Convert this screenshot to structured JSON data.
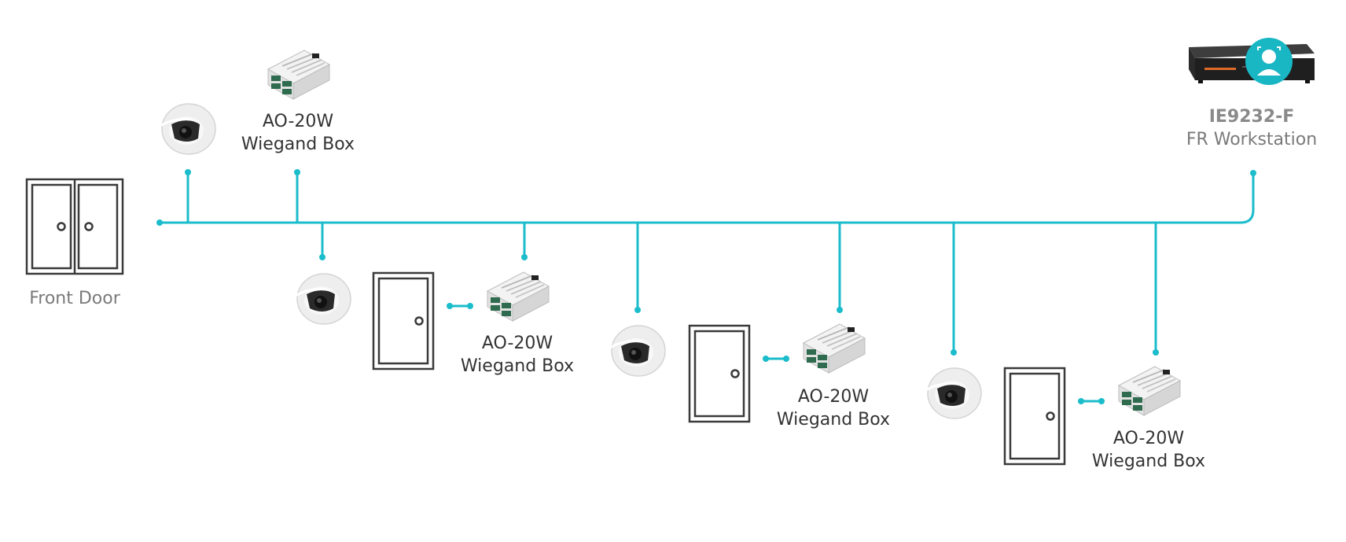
{
  "labels": {
    "front_door": "Front Door",
    "wiegand_model": "AO-20W",
    "wiegand_name": "Wiegand Box",
    "workstation_model": "IE9232-F",
    "workstation_name": "FR Workstation"
  },
  "colors": {
    "bus": "#1bbccb",
    "badge": "#19b6c4",
    "outline": "#3a3a3a"
  },
  "icons": {
    "camera": "dome-camera-icon",
    "door": "door-icon",
    "double_door": "double-door-icon",
    "wiegand": "wiegand-box-icon",
    "workstation": "nvr-workstation-icon",
    "face": "face-recognition-icon"
  }
}
